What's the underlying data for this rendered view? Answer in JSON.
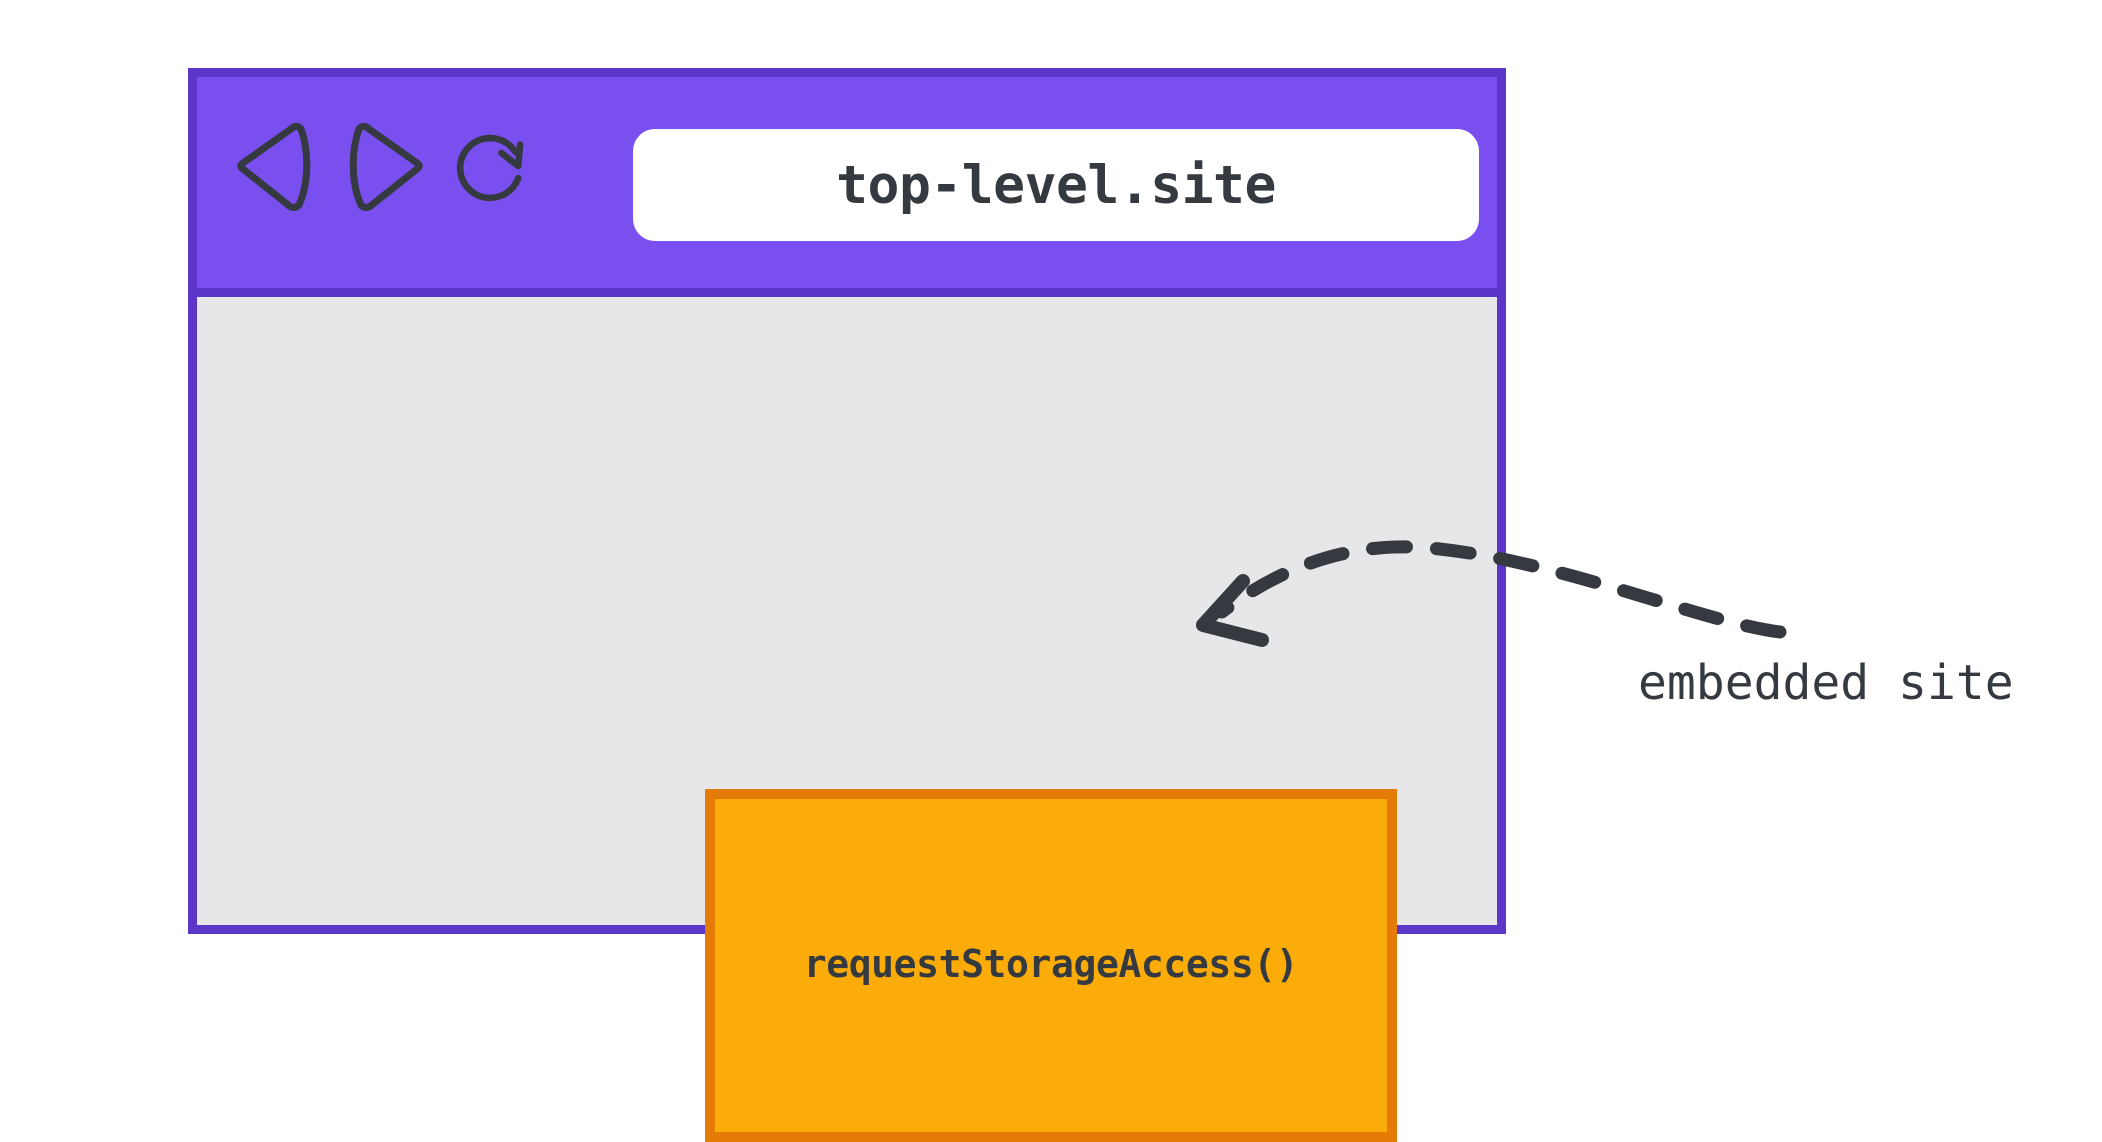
{
  "browser": {
    "url": "top-level.site",
    "nav": {
      "back_label": "Back",
      "forward_label": "Forward",
      "reload_label": "Reload"
    },
    "icons": {
      "back": "back-triangle-icon",
      "forward": "forward-triangle-icon",
      "reload": "reload-circular-arrow-icon"
    },
    "colors": {
      "chrome": "#7A4FF0",
      "chrome_border": "#5B36C9",
      "viewport": "#E7E7E9",
      "url_bar": "#FFFFFF",
      "text": "#343A40"
    }
  },
  "embedded": {
    "api_call": "requestStorageAccess()",
    "colors": {
      "fill": "#FBAC08",
      "border": "#E37B06"
    }
  },
  "annotation": {
    "label": "embedded site",
    "arrow": "dashed-curved-arrow",
    "color": "#343A40"
  }
}
